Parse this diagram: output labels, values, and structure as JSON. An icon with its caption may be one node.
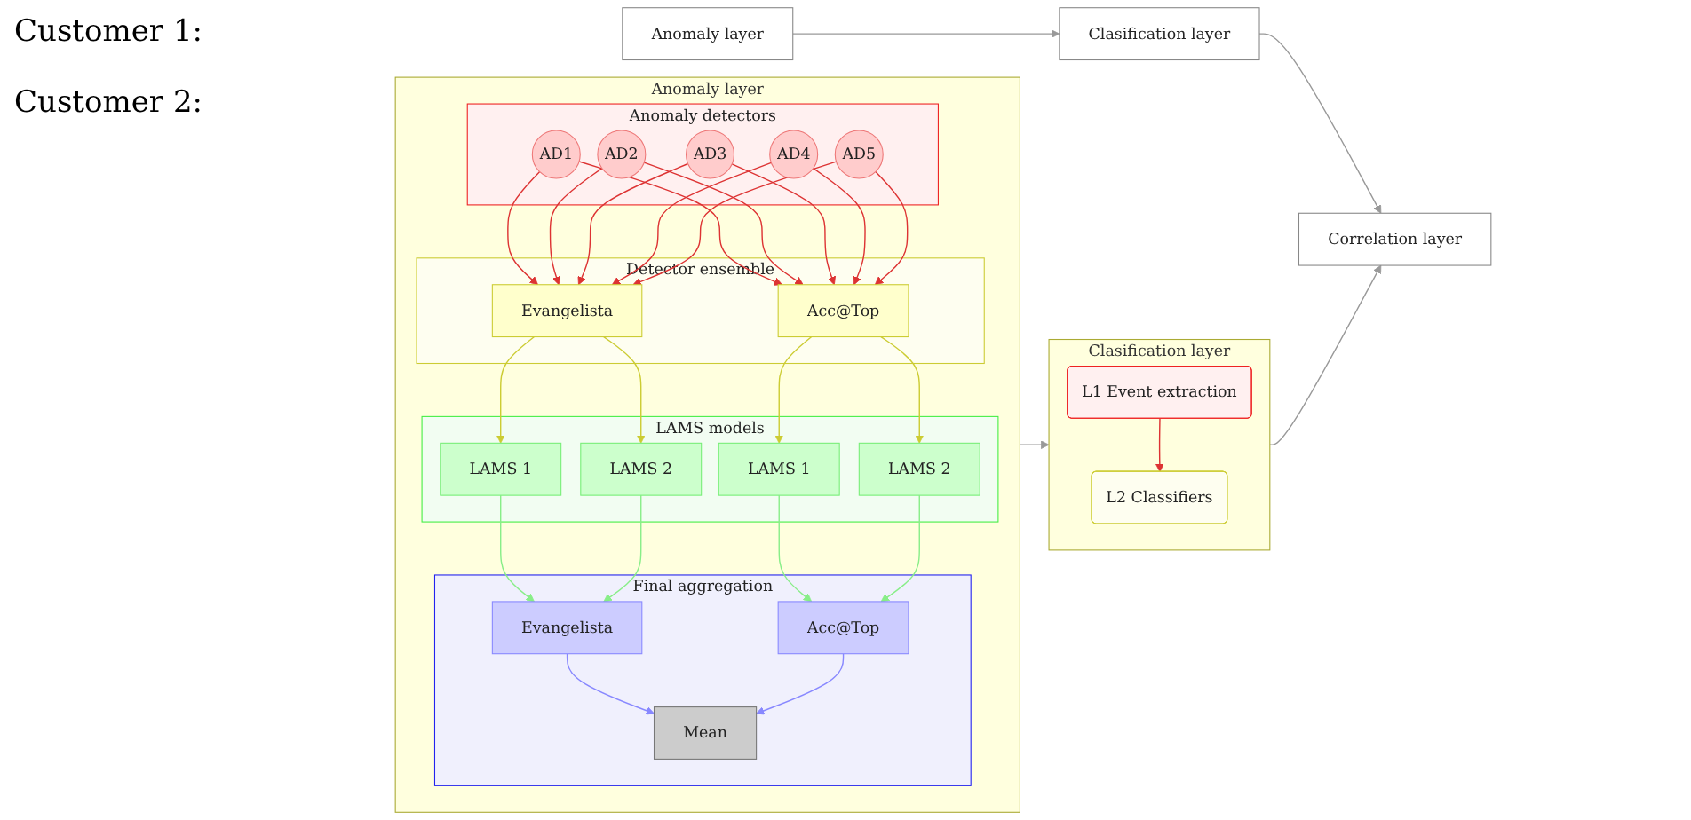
{
  "diagram": {
    "nodes": [
      {
        "text": [
          "Anomaly layer"
        ]
      },
      {
        "text": [
          "Anomaly detectors"
        ],
        "in": 0
      },
      {
        "text": [
          "AD1"
        ],
        "in": 1
      },
      {
        "text": [
          "AD2"
        ],
        "in": 1
      },
      {
        "text": [
          "AD3"
        ],
        "in": 1
      },
      {
        "text": [
          "AD4"
        ],
        "in": 1
      },
      {
        "text": [
          "AD5"
        ],
        "in": 1
      },
      {
        "text": [
          "Detector ensemble"
        ],
        "in": 0
      },
      {
        "text": [
          "Evangelista"
        ],
        "in": 7
      },
      {
        "text": [
          "Acc@Top"
        ],
        "in": 7
      },
      {
        "text": [
          "LAMS models"
        ],
        "in": 0
      },
      {
        "text": [
          "LAMS 1"
        ],
        "in": 10
      },
      {
        "text": [
          "LAMS 2"
        ],
        "in": 10
      },
      {
        "text": [
          "LAMS 1"
        ],
        "in": 10
      },
      {
        "text": [
          "LAMS 2"
        ],
        "in": 10
      },
      {
        "text": [
          "Final aggregation"
        ],
        "in": 0
      },
      {
        "text": [
          "Evangelista"
        ],
        "in": 15
      },
      {
        "text": [
          "Acc@Top"
        ],
        "in": 15
      },
      {
        "text": [
          "Mean"
        ],
        "in": 15
      },
      {
        "text": [
          "Clasification layer"
        ]
      },
      {
        "text": [
          "L1 Event extraction"
        ],
        "in": 19
      },
      {
        "text": [
          "L2 Classifiers"
        ],
        "in": 19
      },
      {
        "text": [
          "Correlation layer"
        ]
      },
      {
        "text": [
          "Anomaly layer"
        ]
      },
      {
        "text": [
          "Clasification layer"
        ]
      }
    ],
    "edges": [
      {
        "from": 2,
        "to": 8,
        "arrow": "to"
      },
      {
        "from": 2,
        "to": 9,
        "arrow": "to"
      },
      {
        "from": 3,
        "to": 8,
        "arrow": "to"
      },
      {
        "from": 3,
        "to": 9,
        "arrow": "to"
      },
      {
        "from": 4,
        "to": 8,
        "arrow": "to"
      },
      {
        "from": 4,
        "to": 9,
        "arrow": "to"
      },
      {
        "from": 5,
        "to": 8,
        "arrow": "to"
      },
      {
        "from": 5,
        "to": 9,
        "arrow": "to"
      },
      {
        "from": 6,
        "to": 8,
        "arrow": "to"
      },
      {
        "from": 6,
        "to": 9,
        "arrow": "to"
      },
      {
        "from": 8,
        "to": 11,
        "arrow": "to",
        "color": "#cccc33"
      },
      {
        "from": 8,
        "to": 12,
        "arrow": "to",
        "color": "#cccc33"
      },
      {
        "from": 9,
        "to": 13,
        "arrow": "to",
        "color": "#cccc33"
      },
      {
        "from": 9,
        "to": 14,
        "arrow": "to",
        "color": "#cccc33"
      },
      {
        "from": 11,
        "to": 16,
        "arrow": "to",
        "color": "#88ee88"
      },
      {
        "from": 12,
        "to": 16,
        "arrow": "to",
        "color": "#88ee88"
      },
      {
        "from": 13,
        "to": 17,
        "arrow": "to",
        "color": "#88ee88"
      },
      {
        "from": 14,
        "to": 17,
        "arrow": "to",
        "color": "#88ee88"
      },
      {
        "from": 16,
        "to": 18,
        "arrow": "to",
        "color": "#8888ff"
      },
      {
        "from": 17,
        "to": 18,
        "arrow": "to",
        "color": "#8888ff"
      },
      {
        "from": 0,
        "to": 19,
        "arrow": "to",
        "color": "#999999"
      },
      {
        "from": 20,
        "to": 21,
        "arrow": "to"
      },
      {
        "from": 19,
        "to": 22,
        "arrow": "to",
        "color": "#999999"
      },
      {
        "from": 23,
        "to": 24,
        "arrow": "to",
        "color": "#999999"
      },
      {
        "from": 24,
        "to": 22,
        "arrow": "to",
        "color": "#999999"
      }
    ],
    "labels": [
      "Customer 1:",
      "Customer 2:"
    ]
  }
}
